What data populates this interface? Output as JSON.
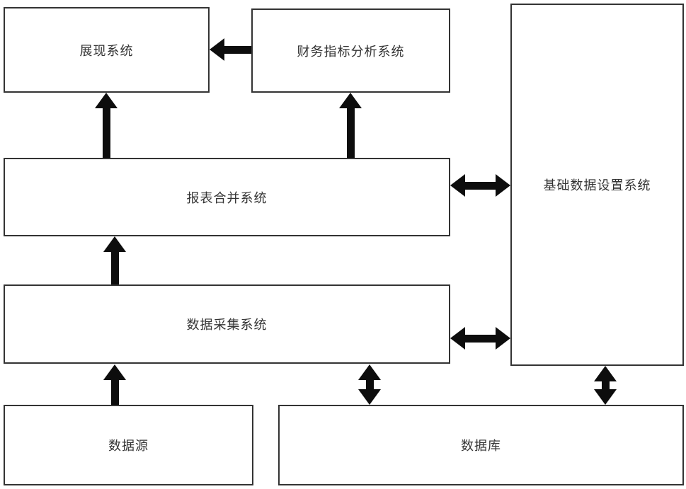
{
  "diagram": {
    "nodes": {
      "display": {
        "label": "展现系统"
      },
      "analysis": {
        "label": "财务指标分析系统"
      },
      "base_data": {
        "label": "基础数据设置系统"
      },
      "report_merge": {
        "label": "报表合并系统"
      },
      "data_collection": {
        "label": "数据采集系统"
      },
      "data_source": {
        "label": "数据源"
      },
      "database": {
        "label": "数据库"
      }
    },
    "edges": [
      {
        "from": "财务指标分析系统",
        "to": "展现系统",
        "direction": "one-way"
      },
      {
        "from": "报表合并系统",
        "to": "展现系统",
        "direction": "one-way"
      },
      {
        "from": "报表合并系统",
        "to": "财务指标分析系统",
        "direction": "one-way"
      },
      {
        "from": "数据采集系统",
        "to": "报表合并系统",
        "direction": "one-way"
      },
      {
        "from": "数据源",
        "to": "数据采集系统",
        "direction": "one-way"
      },
      {
        "from": "报表合并系统",
        "to": "基础数据设置系统",
        "direction": "two-way"
      },
      {
        "from": "数据采集系统",
        "to": "基础数据设置系统",
        "direction": "two-way"
      },
      {
        "from": "数据采集系统",
        "to": "数据库",
        "direction": "two-way"
      },
      {
        "from": "基础数据设置系统",
        "to": "数据库",
        "direction": "two-way"
      }
    ],
    "colors": {
      "background": "#ffffff",
      "box_border": "#333333",
      "text": "#333333",
      "arrow": "#0d0d0d"
    }
  }
}
